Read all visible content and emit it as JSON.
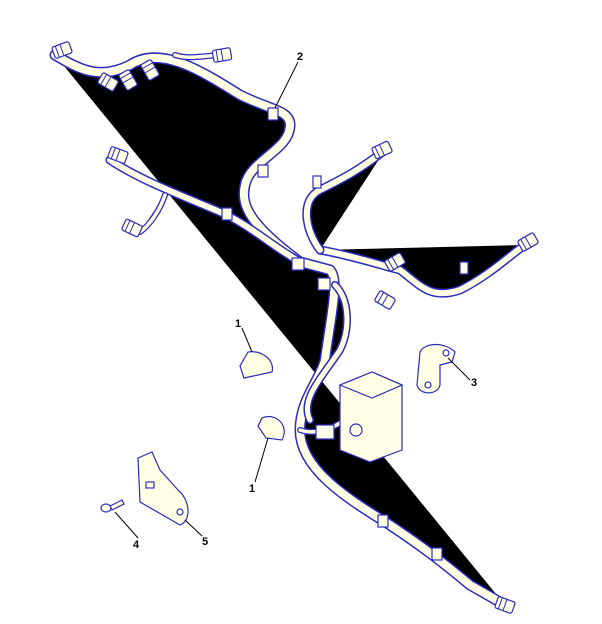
{
  "diagram": {
    "type": "exploded parts illustration - wiring harness",
    "colors": {
      "line": "#2b2bbd",
      "fill": "#ffffe6",
      "callout": "#000000"
    },
    "callouts": [
      {
        "id": "c2",
        "text": "2"
      },
      {
        "id": "c1a",
        "text": "1"
      },
      {
        "id": "c3",
        "text": "3"
      },
      {
        "id": "c1b",
        "text": "1"
      },
      {
        "id": "c4",
        "text": "4"
      },
      {
        "id": "c5",
        "text": "5"
      }
    ]
  }
}
